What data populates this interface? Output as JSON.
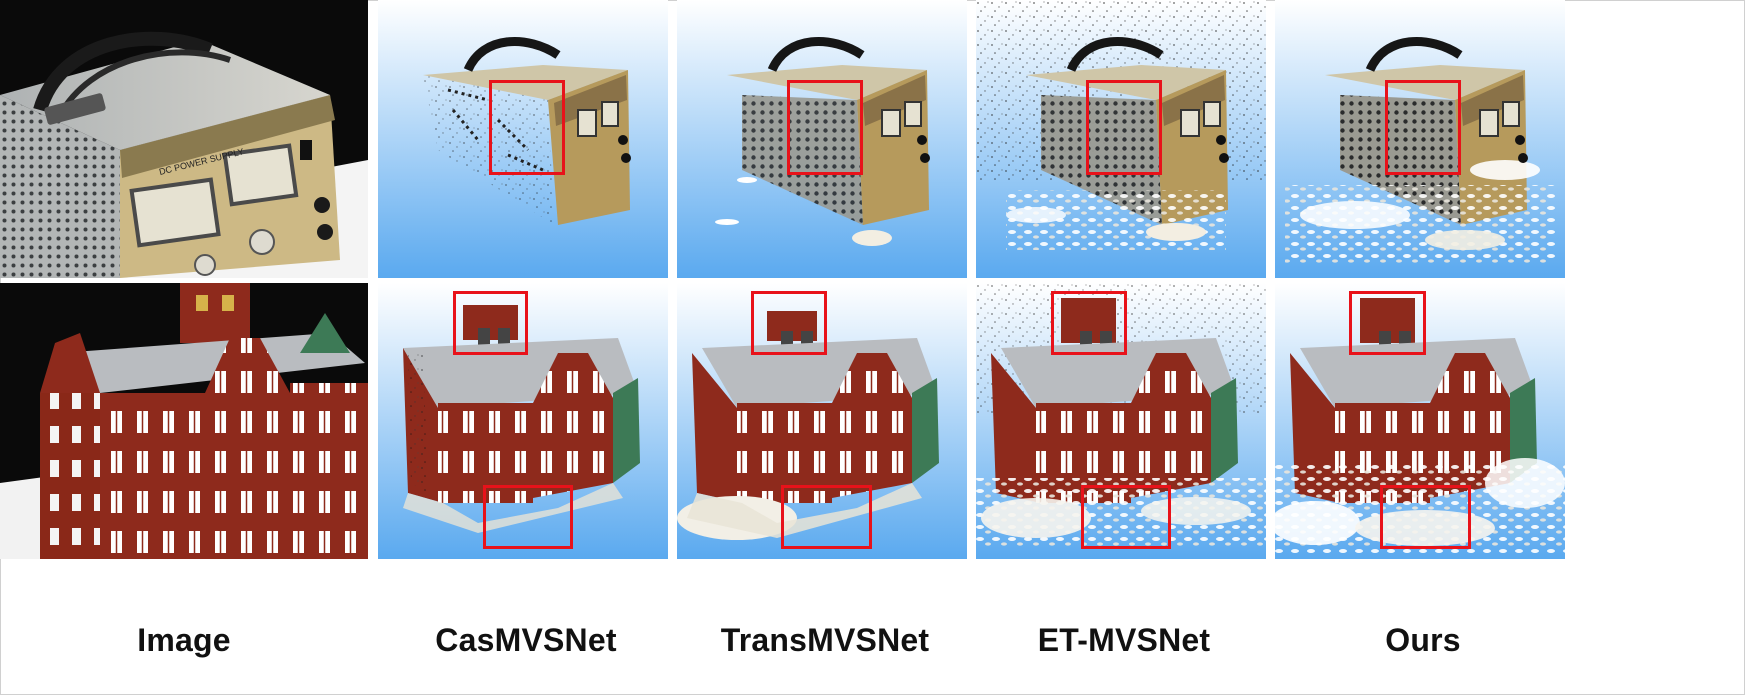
{
  "captions": {
    "image": "Image",
    "casmvsnet": "CasMVSNet",
    "transmvsnet": "TransMVSNet",
    "etmvsnet": "ET-MVSNet",
    "ours": "Ours"
  },
  "colors": {
    "sky_top": "#ffffff",
    "sky_bottom": "#5aa9ef",
    "highlight_box": "#e8121a",
    "brick": "#8e2a1c",
    "roof": "#b9bcc0",
    "device_body": "#c9c4b6",
    "device_panel": "#c8b27a"
  }
}
